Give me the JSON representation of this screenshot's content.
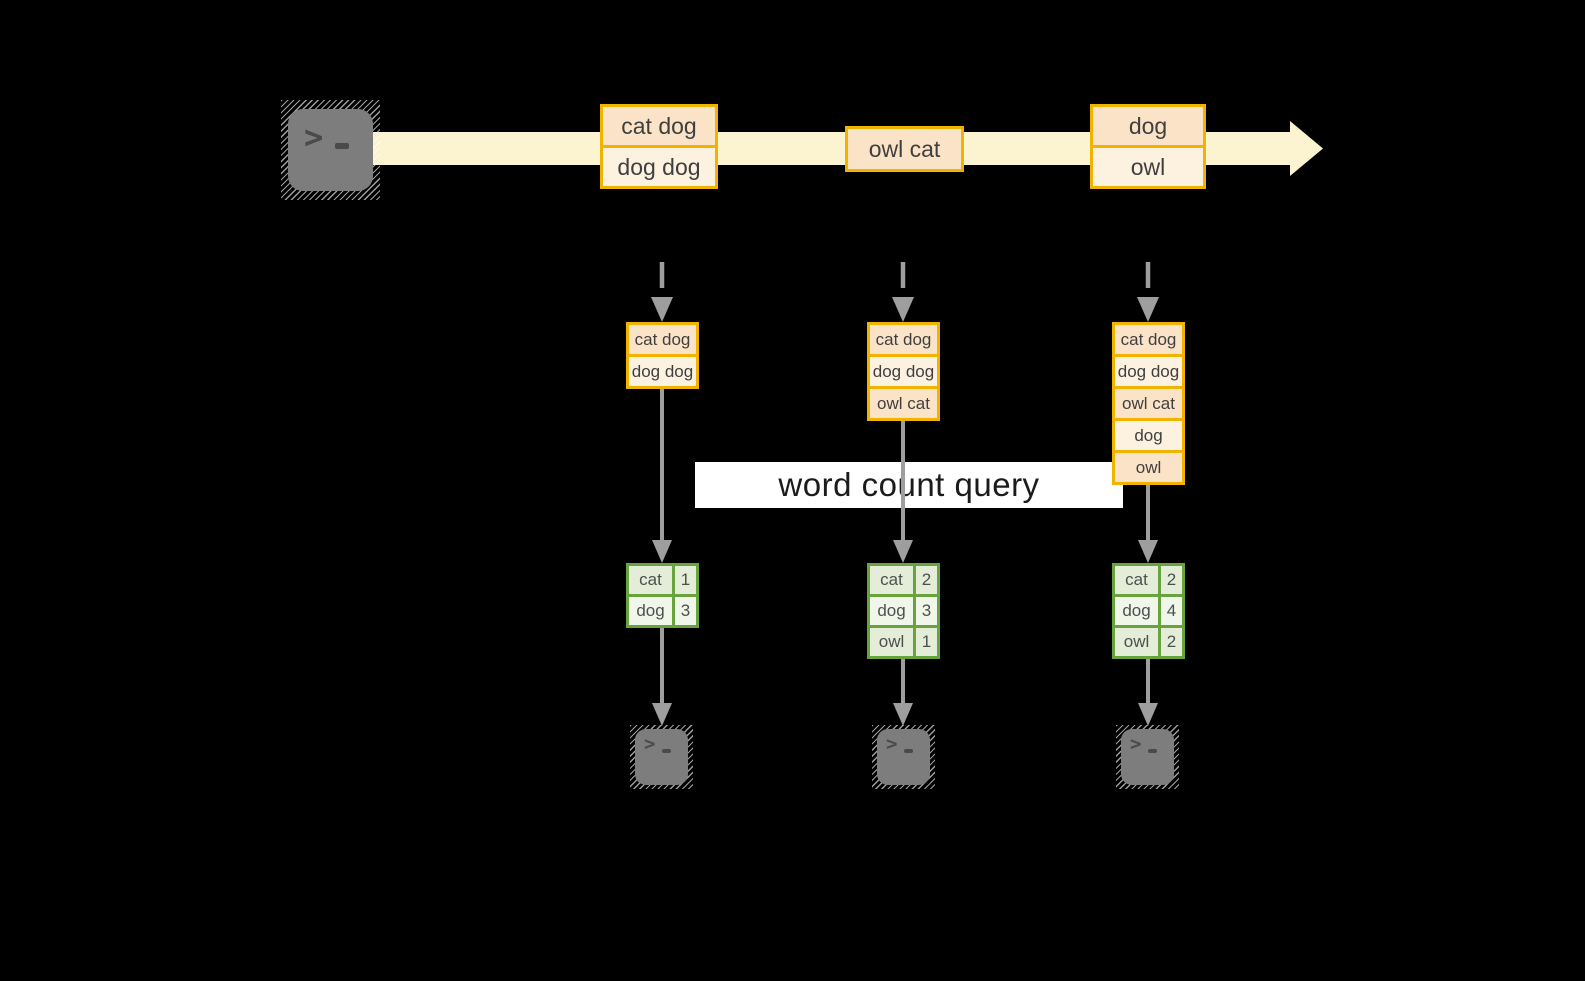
{
  "query": {
    "label": "word count query"
  },
  "icons": {
    "prompt": ">"
  },
  "stream": {
    "source_icon": "terminal",
    "messages": [
      {
        "rows": [
          "cat dog",
          "dog dog"
        ]
      },
      {
        "rows": [
          "owl cat"
        ]
      },
      {
        "rows": [
          "dog",
          "owl"
        ]
      }
    ]
  },
  "pipelines": [
    {
      "buffer": [
        "cat dog",
        "dog dog"
      ],
      "counts": [
        {
          "word": "cat",
          "count": "1"
        },
        {
          "word": "dog",
          "count": "3"
        }
      ]
    },
    {
      "buffer": [
        "cat dog",
        "dog dog",
        "owl cat"
      ],
      "counts": [
        {
          "word": "cat",
          "count": "2"
        },
        {
          "word": "dog",
          "count": "3"
        },
        {
          "word": "owl",
          "count": "1"
        }
      ]
    },
    {
      "buffer": [
        "cat dog",
        "dog dog",
        "owl cat",
        "dog",
        "owl"
      ],
      "counts": [
        {
          "word": "cat",
          "count": "2"
        },
        {
          "word": "dog",
          "count": "4"
        },
        {
          "word": "owl",
          "count": "2"
        }
      ]
    }
  ],
  "colors": {
    "background": "#000000",
    "amber_border": "#f0b400",
    "peach_cell": "#fbe3c7",
    "cream_cell": "#fdf1e0",
    "stream_band": "#fcf3d0",
    "green_border": "#68a33e",
    "green_cell": "#e3edd8",
    "green_cell_light": "#f0f6ea",
    "connector_gray": "#9e9e9e",
    "banner_white": "#ffffff",
    "terminal_gray": "#7d7d7d"
  }
}
